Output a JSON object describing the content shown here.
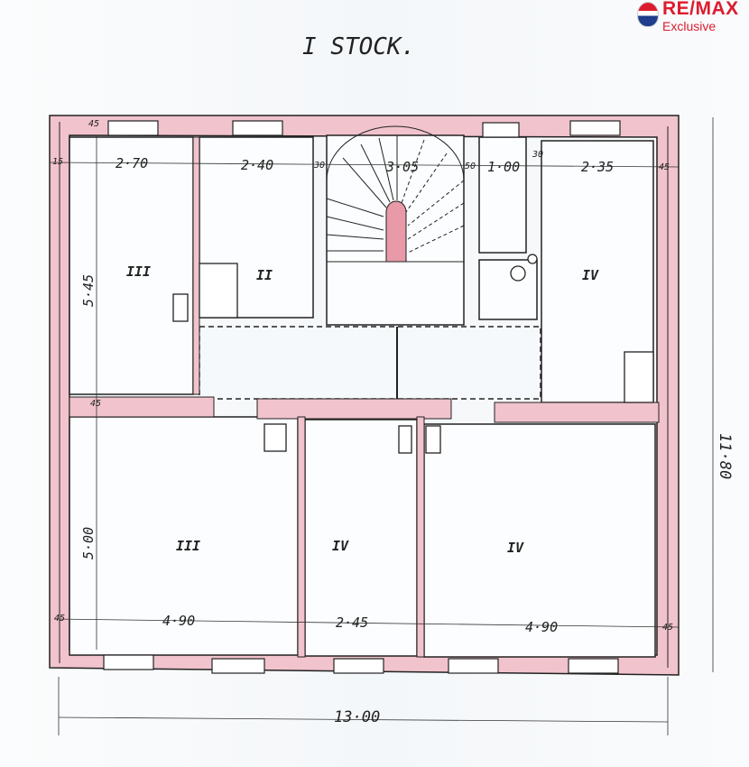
{
  "logo": {
    "brand": "RE/MAX",
    "sub": "Exclusive"
  },
  "title": "I STOCK.",
  "dimensions": {
    "top_room1_width": "2·70",
    "top_room2_width": "2·40",
    "stair_width": "3·05",
    "small_room_width": "1·00",
    "top_right_width": "2·35",
    "left_top_height": "5·45",
    "left_bottom_height": "5·00",
    "bottom_left_width": "4·90",
    "bottom_mid_width": "2·45",
    "bottom_right_width": "4·90",
    "total_height": "11·80",
    "total_width": "13·00",
    "wall_45": "45",
    "wall_15": "15",
    "wall_30": "30",
    "wall_50": "50"
  },
  "rooms": [
    "III",
    "II",
    "IV",
    "III",
    "IV",
    "IV"
  ],
  "colors": {
    "wall": "#f1c3cd",
    "line": "#222222"
  }
}
